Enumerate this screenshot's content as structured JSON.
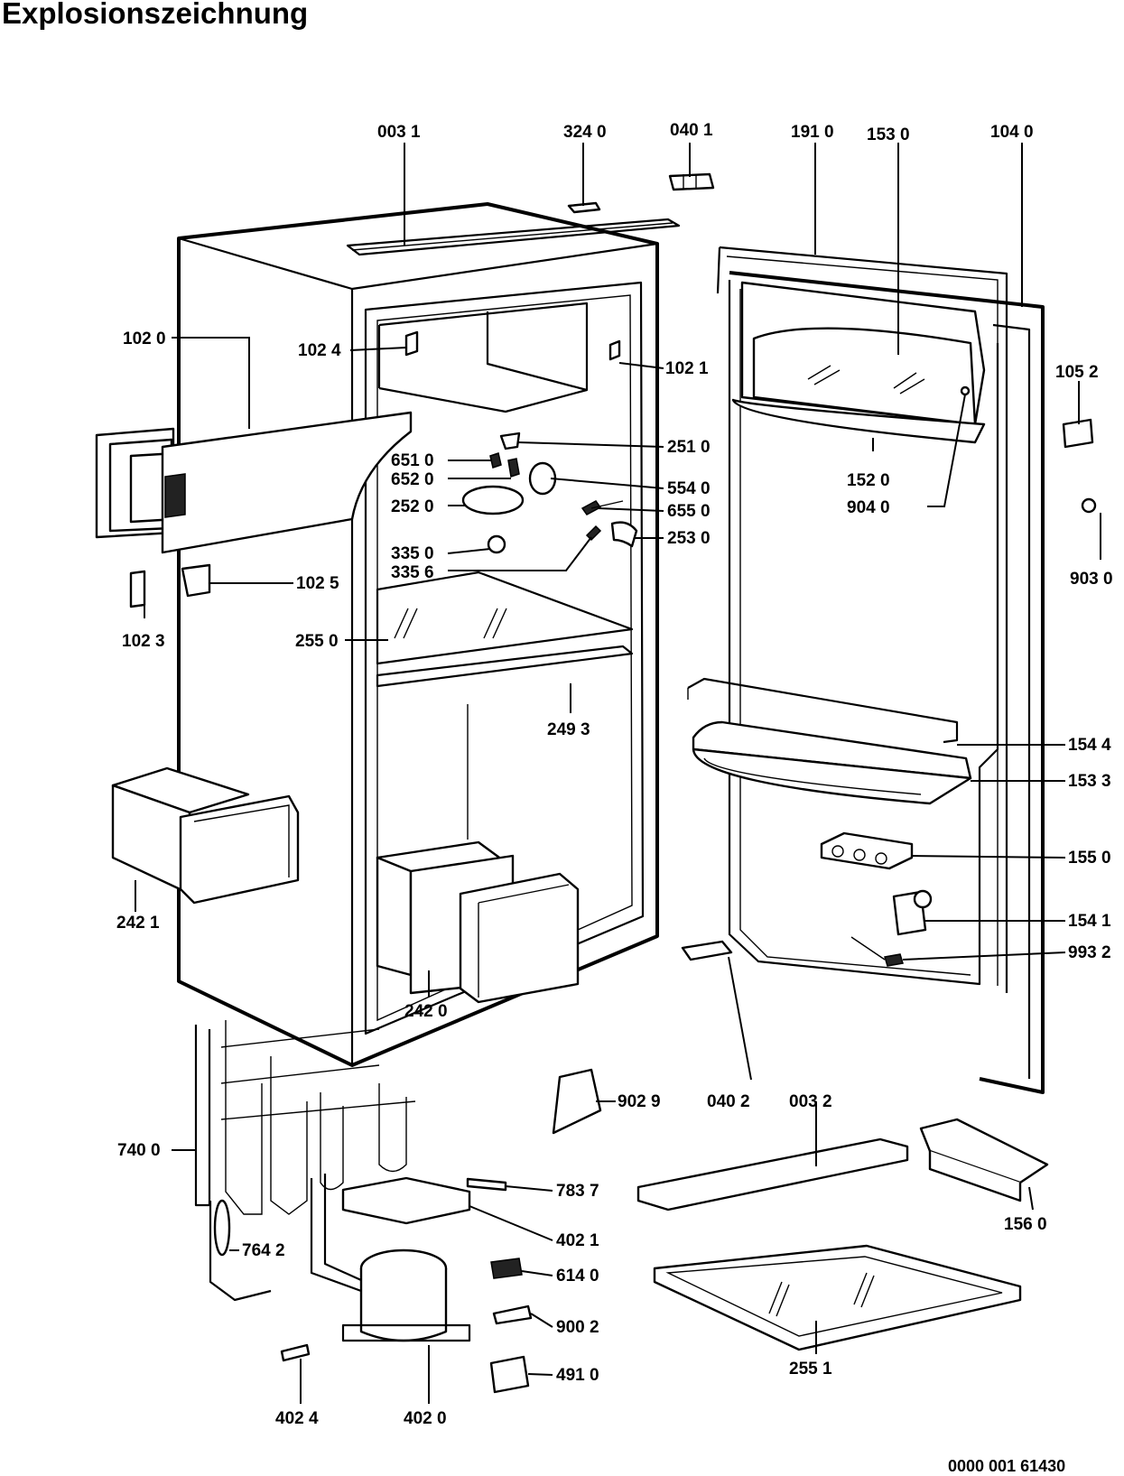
{
  "title": "Explosionszeichnung",
  "reference_number": "0000 001 61430",
  "parts": [
    "003 1",
    "324 0",
    "040 1",
    "191 0",
    "153 0",
    "104 0",
    "102 0",
    "102 4",
    "102 1",
    "105 2",
    "251 0",
    "651 0",
    "652 0",
    "554 0",
    "252 0",
    "655 0",
    "152 0",
    "904 0",
    "253 0",
    "335 0",
    "335 6",
    "903 0",
    "102 5",
    "102 3",
    "255 0",
    "249 3",
    "154 4",
    "153 3",
    "242 1",
    "155 0",
    "154 1",
    "993 2",
    "242 0",
    "040 2",
    "902 9",
    "003 2",
    "740 0",
    "783 7",
    "156 0",
    "402 1",
    "764 2",
    "614 0",
    "900 2",
    "255 1",
    "491 0",
    "402 4",
    "402 0"
  ]
}
